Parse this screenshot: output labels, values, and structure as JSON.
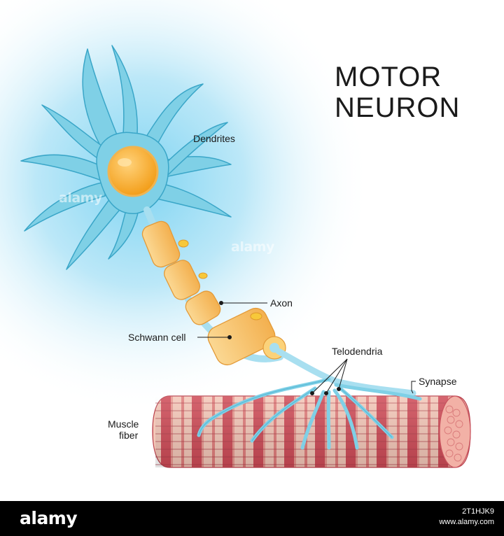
{
  "title": {
    "line1": "MOTOR",
    "line2": "NEURON"
  },
  "labels": {
    "dendrites": "Dendrites",
    "axon": "Axon",
    "schwann_cell": "Schwann cell",
    "telodendria": "Telodendria",
    "synapse": "Synapse",
    "muscle_fiber_line1": "Muscle",
    "muscle_fiber_line2": "fiber"
  },
  "watermark": {
    "brand": "alamy",
    "image_id": "2T1HJK9",
    "site": "www.alamy.com"
  },
  "colors": {
    "glow": "#7ecfee",
    "neuron_body": "#7fd0e6",
    "nucleus": "#f7a823",
    "myelin": "#f9c66f",
    "muscle_dark": "#c94a56",
    "muscle_light": "#f4c2b4",
    "muscle_end": "#f0a89f"
  }
}
